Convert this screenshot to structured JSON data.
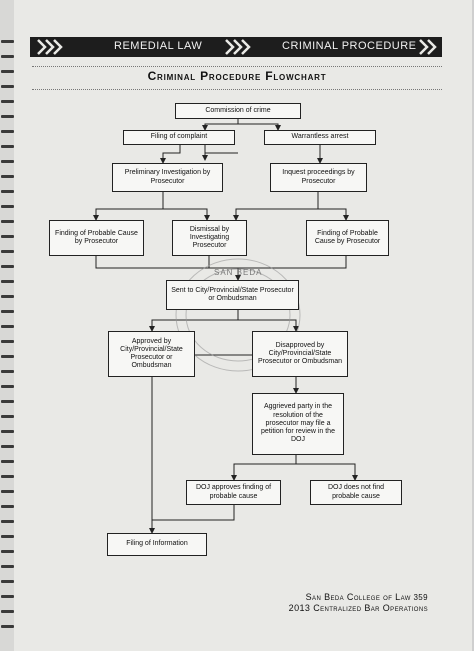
{
  "header": {
    "left_label": "REMEDIAL LAW",
    "right_label": "CRIMINAL PROCEDURE"
  },
  "page_title": "Criminal Procedure Flowchart",
  "flowchart": {
    "nodes": {
      "commission": "Commission of crime",
      "filing_complaint": "Filing of complaint",
      "warrantless_arrest": "Warrantless arrest",
      "preliminary_investigation": "Preliminary Investigation by Prosecutor",
      "inquest": "Inquest proceedings by Prosecutor",
      "finding_left": "Finding of Probable Cause by Prosecutor",
      "dismissal": "Dismissal by Investigating Prosecutor",
      "finding_right": "Finding of Probable Cause by Prosecutor",
      "sent_to": "Sent to City/Provincial/State Prosecutor or Ombudsman",
      "approved": "Approved by City/Provincial/State Prosecutor or Ombudsman",
      "disapproved": "Disapproved by City/Provincial/State Prosecutor or Ombudsman",
      "aggrieved": "Aggrieved party in the resolution of the prosecutor may file a petition for review in the DOJ",
      "doj_approves": "DOJ approves finding of probable cause",
      "doj_not_find": "DOJ does not find probable cause",
      "filing_information": "Filing of Information"
    }
  },
  "seal": {
    "text": "SAN BEDA"
  },
  "footer": {
    "line1": "San Beda College of Law",
    "page_number": "359",
    "line2": "2013 Centralized Bar Operations"
  },
  "colors": {
    "banner": "#1d1d1d",
    "page": "#e9e9e6",
    "line": "#222222"
  }
}
